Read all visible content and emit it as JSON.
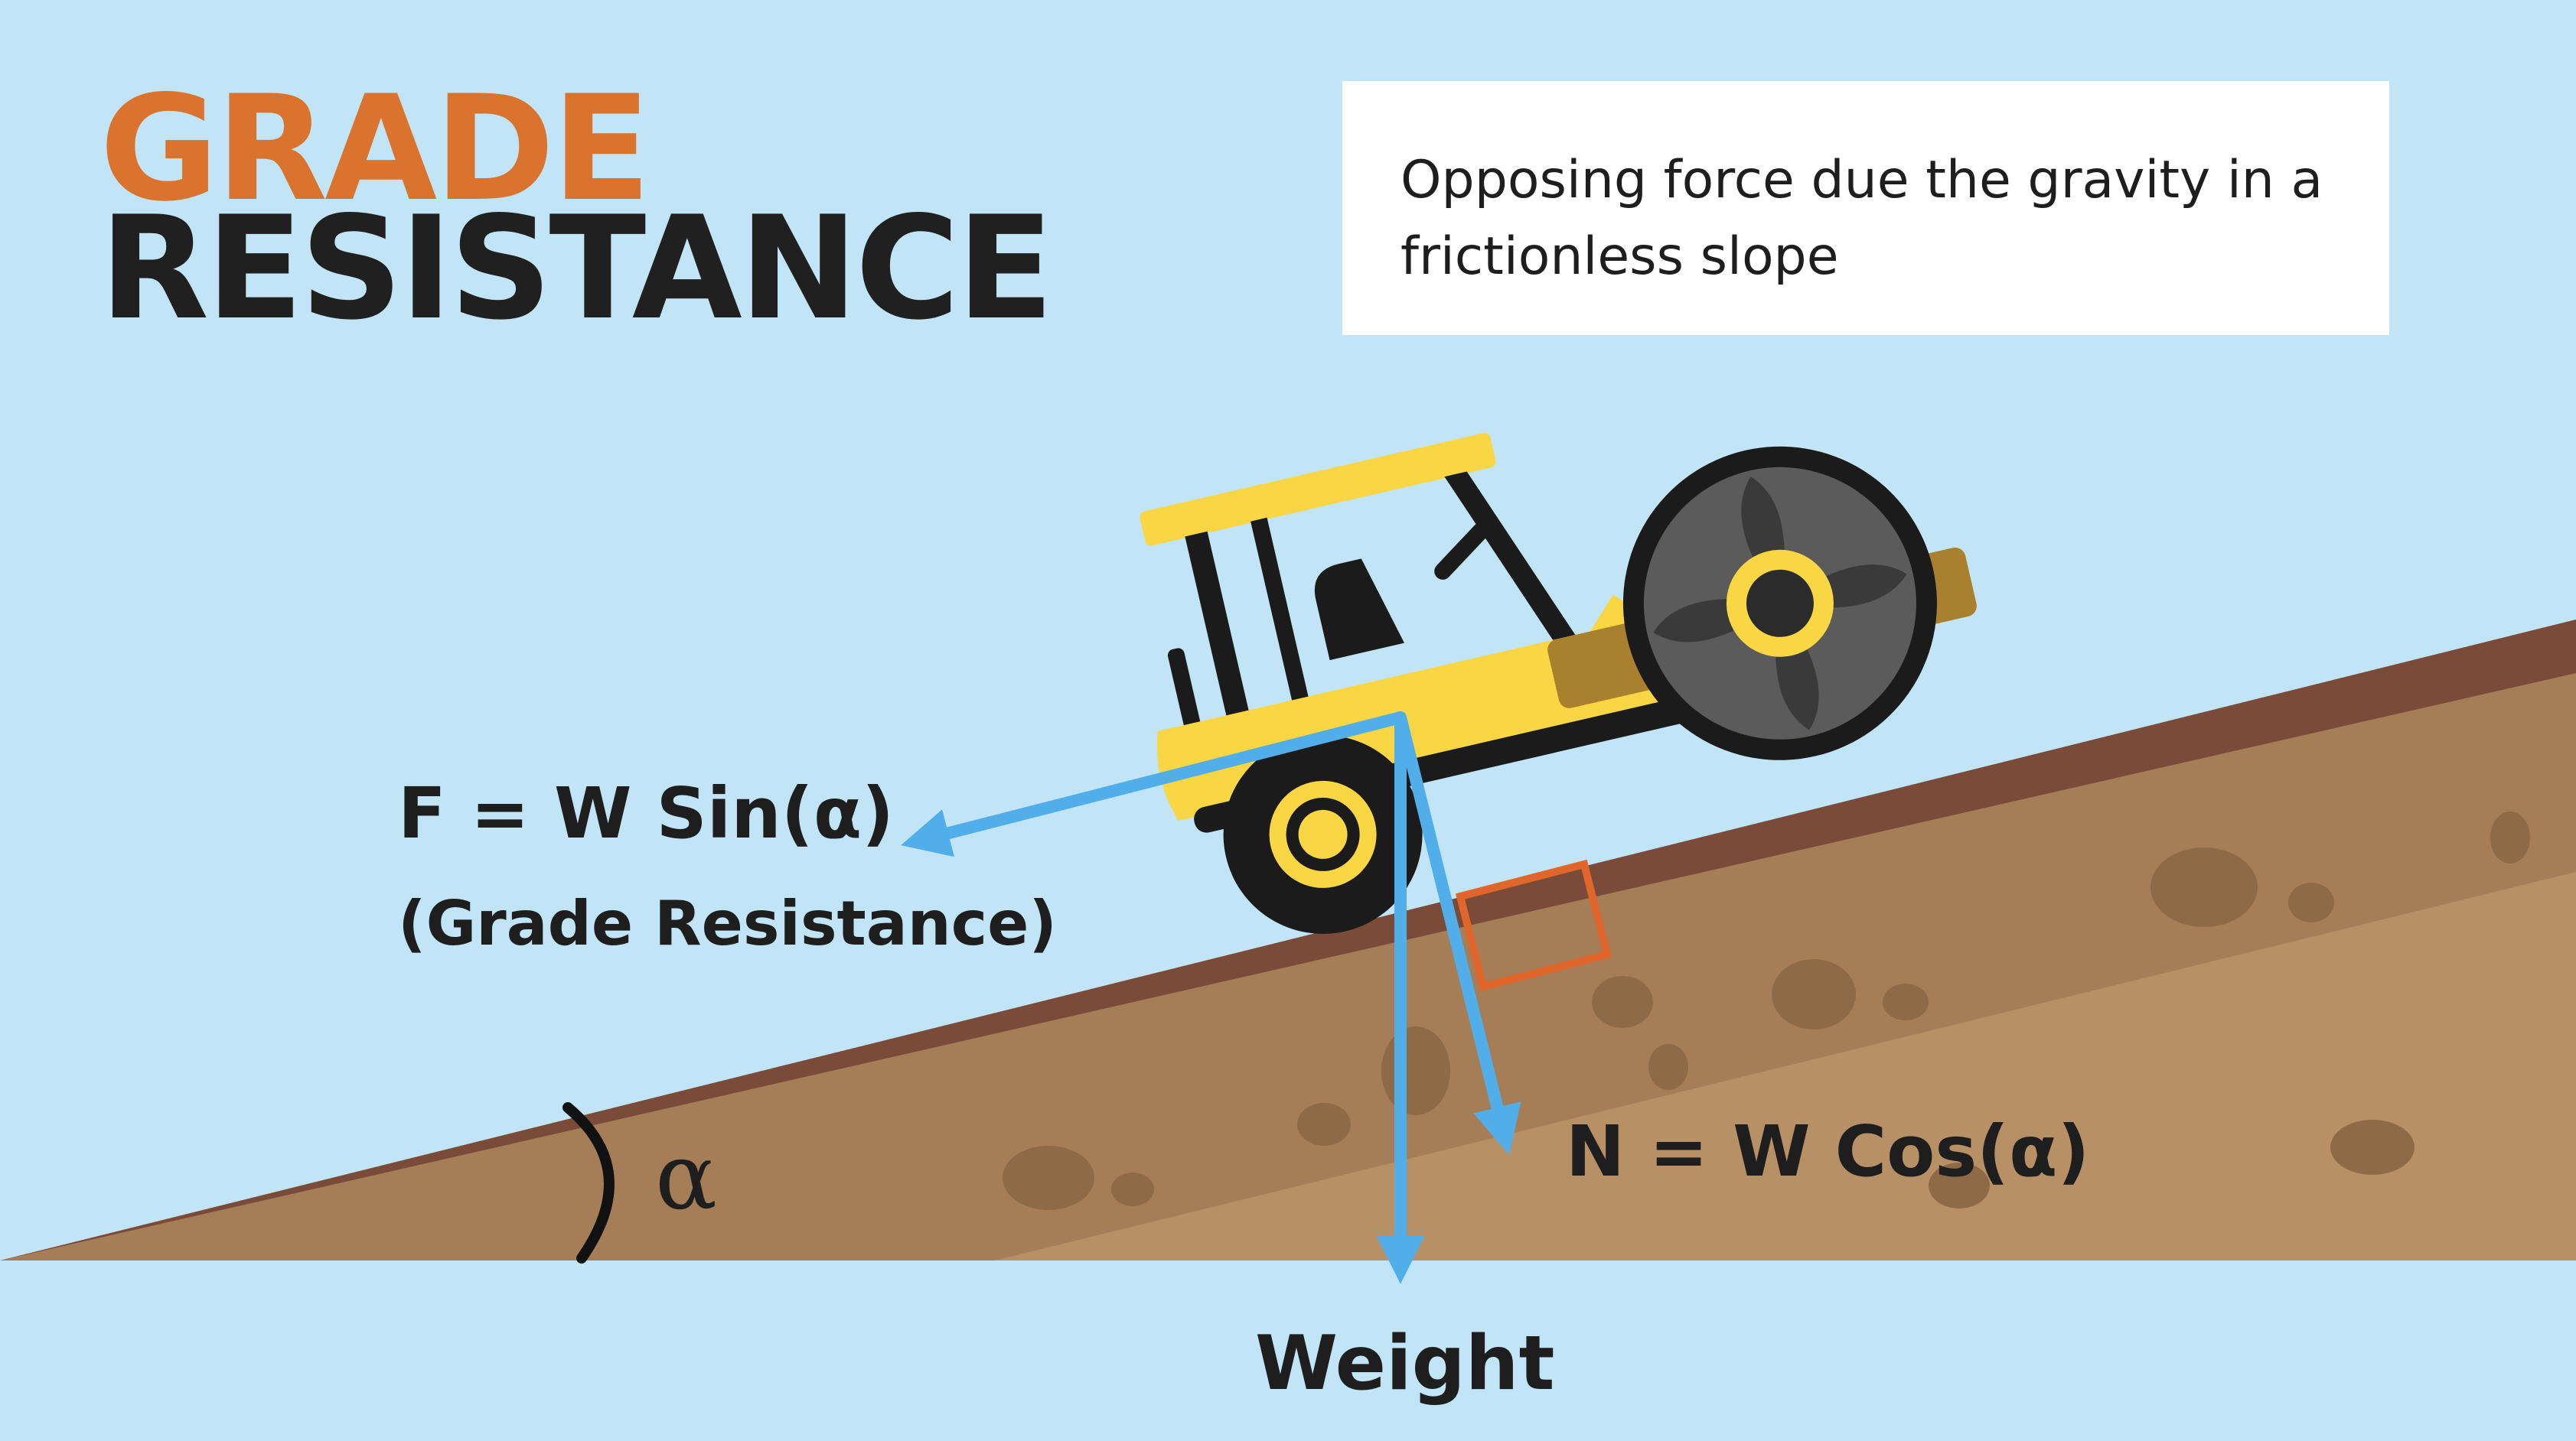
{
  "title": {
    "line1": "GRADE",
    "line2": "RESISTANCE"
  },
  "description": "Opposing force due the gravity in a frictionless slope",
  "labels": {
    "grade_force": "F = W Sin(α)",
    "grade_force_sub": "(Grade Resistance)",
    "normal_force": "N = W Cos(α)",
    "weight": "Weight",
    "angle": "α"
  },
  "colors": {
    "background": "#c1e5f7",
    "title_accent": "#d9732d",
    "title_dark": "#202020",
    "arrow": "#52aee8",
    "slope_surface": "#7a4b39",
    "soil": "#a57e58",
    "soil_light": "#bd976b",
    "soil_spots": "#8f6a47",
    "right_angle_marker": "#e0662b",
    "machine_body": "#f9d644",
    "machine_roller_arm": "#a8802e"
  },
  "icons": {
    "vehicle": "road-roller-icon"
  }
}
